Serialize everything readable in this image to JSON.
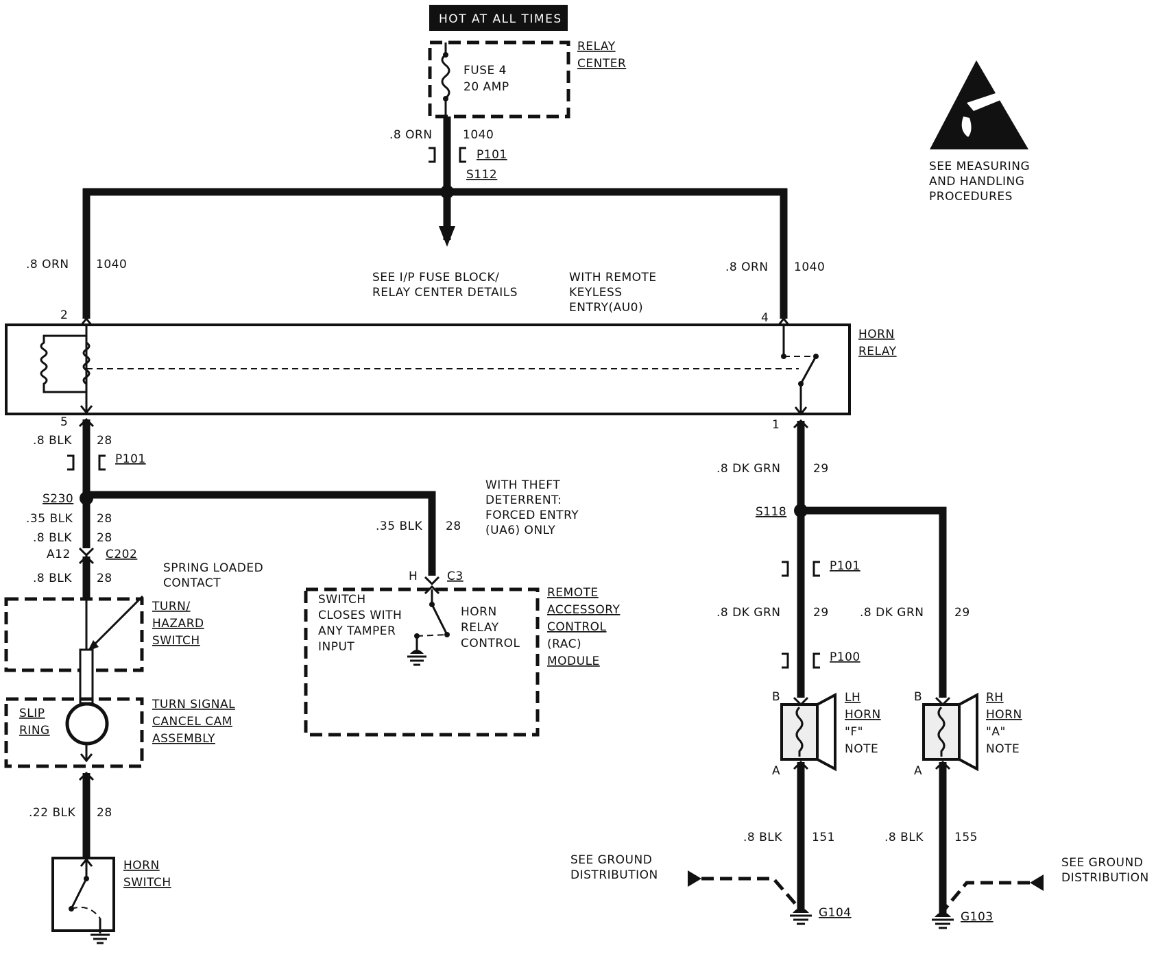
{
  "header": {
    "hot_label": "HOT AT ALL TIMES"
  },
  "relay_center": {
    "label_line1": "RELAY",
    "label_line2": "CENTER",
    "fuse_line1": "FUSE 4",
    "fuse_line2": "20 AMP"
  },
  "esd": {
    "line1": "SEE MEASURING",
    "line2": "AND HANDLING",
    "line3": "PROCEDURES"
  },
  "feed": {
    "wire_size": ".8 ORN",
    "circuit": "1040",
    "connector": "P101",
    "splice": "S112"
  },
  "fuse_block_note": {
    "line1": "SEE I/P FUSE BLOCK/",
    "line2": "RELAY CENTER DETAILS"
  },
  "left_feed": {
    "wire_size": ".8 ORN",
    "circuit": "1040",
    "pin": "2"
  },
  "right_feed": {
    "wire_size": ".8 ORN",
    "circuit": "1040",
    "pin": "4"
  },
  "rke_note": {
    "line1": "WITH REMOTE",
    "line2": "KEYLESS",
    "line3": "ENTRY(AU0)"
  },
  "horn_relay": {
    "label_line1": "HORN",
    "label_line2": "RELAY",
    "pin_5": "5",
    "pin_1": "1"
  },
  "left_branch": {
    "w1_size": ".8 BLK",
    "w1_circuit": "28",
    "connector": "P101",
    "splice": "S230",
    "w2_size": ".35 BLK",
    "w2_circuit": "28",
    "w3_size": ".8 BLK",
    "w3_circuit": "28",
    "pin": "A12",
    "connector2": "C202",
    "w4_size": ".8 BLK",
    "w4_circuit": "28",
    "w5_size": ".22 BLK",
    "w5_circuit": "28"
  },
  "spring_note": {
    "line1": "SPRING LOADED",
    "line2": "CONTACT"
  },
  "turn_hazard": {
    "line1": "TURN/",
    "line2": "HAZARD",
    "line3": "SWITCH"
  },
  "cancel_cam": {
    "line1": "TURN SIGNAL",
    "line2": "CANCEL CAM",
    "line3": "ASSEMBLY",
    "slip_line1": "SLIP",
    "slip_line2": "RING"
  },
  "horn_switch": {
    "line1": "HORN",
    "line2": "SWITCH"
  },
  "theft_note": {
    "line1": "WITH THEFT",
    "line2": "DETERRENT:",
    "line3": "FORCED ENTRY",
    "line4": "(UA6) ONLY"
  },
  "rac": {
    "wire_size": ".35 BLK",
    "circuit": "28",
    "pin": "H",
    "connector": "C3",
    "note_line1": "SWITCH",
    "note_line2": "CLOSES WITH",
    "note_line3": "ANY TAMPER",
    "note_line4": "INPUT",
    "ctrl_line1": "HORN",
    "ctrl_line2": "RELAY",
    "ctrl_line3": "CONTROL",
    "label_line1": "REMOTE",
    "label_line2": "ACCESSORY",
    "label_line3": "CONTROL",
    "label_line4": "(RAC)",
    "label_line5": "MODULE"
  },
  "right_branch": {
    "w1_size": ".8 DK GRN",
    "w1_circuit": "29",
    "splice": "S118",
    "connector1": "P101",
    "w2_size": ".8 DK GRN",
    "w2_circuit": "29",
    "connector2": "P100",
    "w3_size": ".8 DK GRN",
    "w3_circuit": "29"
  },
  "lh_horn": {
    "line1": "LH",
    "line2": "HORN",
    "line3": "\"F\"",
    "line4": "NOTE",
    "pin_b": "B",
    "pin_a": "A",
    "gnd_size": ".8 BLK",
    "gnd_circuit": "151",
    "ground": "G104"
  },
  "rh_horn": {
    "line1": "RH",
    "line2": "HORN",
    "line3": "\"A\"",
    "line4": "NOTE",
    "pin_b": "B",
    "pin_a": "A",
    "gnd_size": ".8 BLK",
    "gnd_circuit": "155",
    "ground": "G103"
  },
  "ground_note_left": {
    "line1": "SEE GROUND",
    "line2": "DISTRIBUTION"
  },
  "ground_note_right": {
    "line1": "SEE GROUND",
    "line2": "DISTRIBUTION"
  }
}
